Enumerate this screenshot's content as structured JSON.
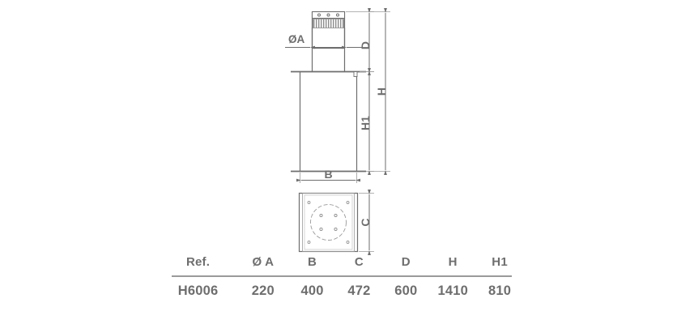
{
  "drawing": {
    "title": "chimney-fan-dimension-drawing",
    "line_color": "#6e6e6e",
    "thin_line_color": "#9a9a9a",
    "text_color": "#6e6e6e",
    "background": "#ffffff",
    "labels": {
      "diameter_a": "ØA",
      "b": "B",
      "c": "C",
      "d": "D",
      "h": "H",
      "h1": "H1"
    },
    "views": {
      "elevation": "front-elevation-view",
      "plan": "bottom-plan-view"
    }
  },
  "table": {
    "headers": {
      "ref": "Ref.",
      "a": "Ø A",
      "b": "B",
      "c": "C",
      "d": "D",
      "h": "H",
      "h1": "H1"
    },
    "rows": [
      {
        "ref": "H6006",
        "a": "220",
        "b": "400",
        "c": "472",
        "d": "600",
        "h": "1410",
        "h1": "810"
      }
    ]
  }
}
